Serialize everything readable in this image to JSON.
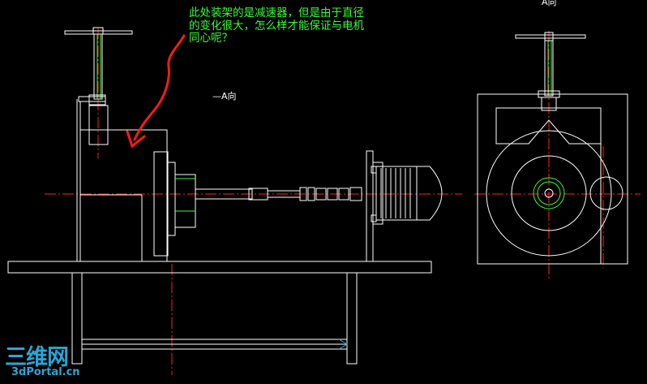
{
  "annotation": "此处装架的是减速器，但是由于直径的变化很大，怎么样才能保证与电机同心呢？",
  "labels": {
    "section_front": "—A向",
    "section_side": "A向"
  },
  "watermark": {
    "logo_text": "三维网",
    "site_text": "3dPortal.cn"
  },
  "colors": {
    "background": "#000000",
    "outline": "#ffffff",
    "centerline": "#ff2020",
    "annotation_text": "#34ff34",
    "arrow": "#ff1a1a",
    "watermark": "#2aa6d8"
  }
}
